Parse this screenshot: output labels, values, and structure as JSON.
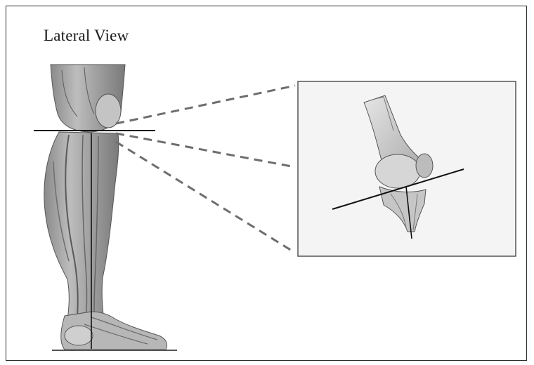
{
  "figure": {
    "title": "Lateral View"
  },
  "colors": {
    "line": "#111111",
    "dash": "#6e6e6e",
    "inset_bg": "#f4f4f4",
    "inset_border": "#555555",
    "muscle_dark": "#6a6a6a",
    "muscle_mid": "#9a9a9a",
    "muscle_light": "#c9c9c9",
    "bone": "#d8d8d8"
  },
  "icons": {
    "leg": "leg-anatomy-illustration",
    "knee": "knee-joint-inset-illustration"
  }
}
